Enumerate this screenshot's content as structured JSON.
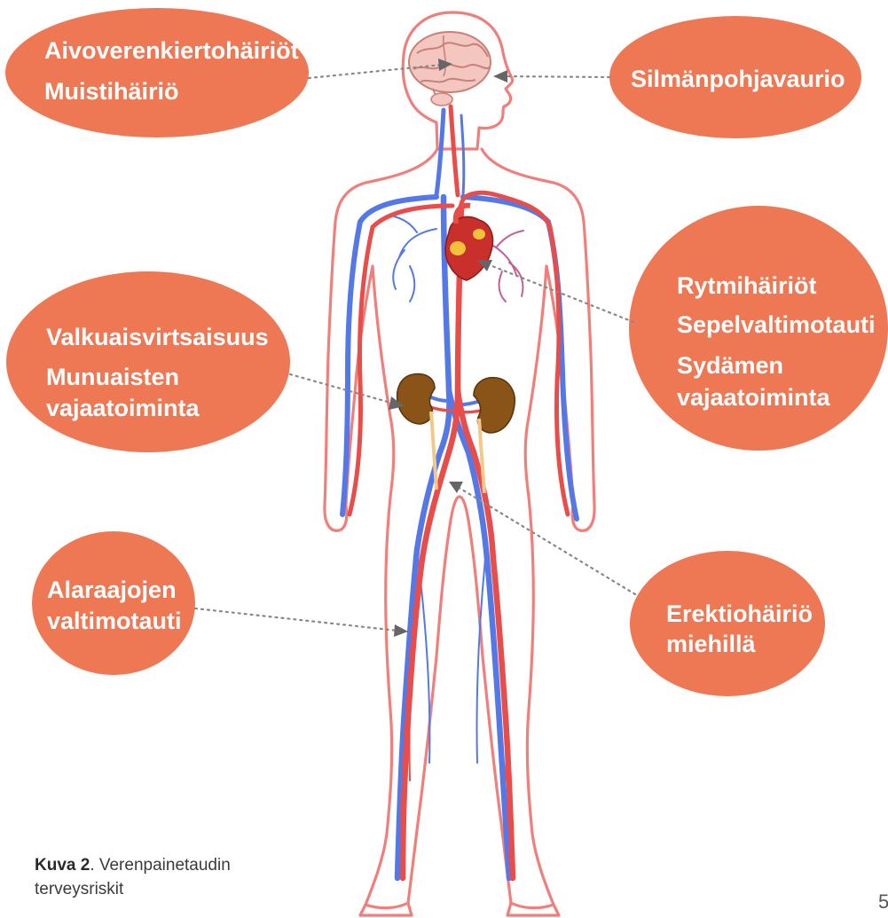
{
  "colors": {
    "bubble": "#ee7754",
    "body_outline": "#f07f7c",
    "artery": "#e94d4a",
    "vein": "#5479e6",
    "leader": "#888888",
    "arrow": "#666666"
  },
  "callouts": {
    "brain": {
      "lines": [
        "Aivoverenkiertohäiriöt",
        "Muistihäiriö"
      ]
    },
    "eye": {
      "lines": [
        "Silmänpohjavaurio"
      ]
    },
    "heart": {
      "lines": [
        "Rytmihäiriöt",
        "Sepelvaltimotauti",
        "Sydämen",
        "vajaatoiminta"
      ]
    },
    "kidney": {
      "lines": [
        "Valkuaisvirtsaisuus",
        "Munuaisten",
        "vajaatoiminta"
      ]
    },
    "legs": {
      "lines": [
        "Alaraajojen",
        "valtimotauti"
      ]
    },
    "erection": {
      "lines": [
        "Erektiohäiriö",
        "miehillä"
      ]
    }
  },
  "caption": {
    "label": "Kuva 2",
    "text": ". Verenpainetaudin terveysriskit"
  },
  "page_number": "5"
}
